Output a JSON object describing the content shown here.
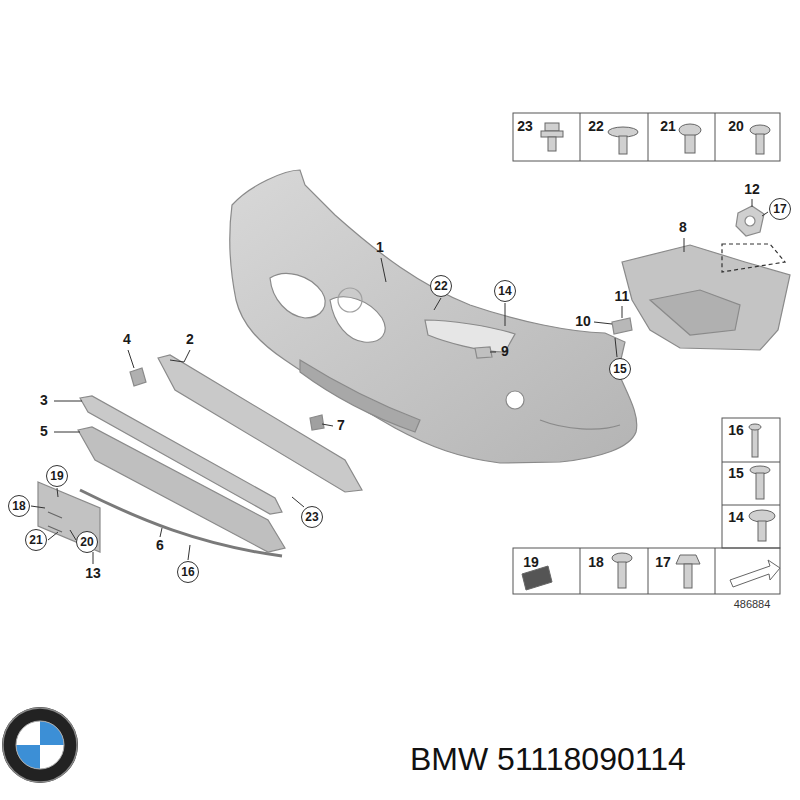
{
  "diagram": {
    "nodes": [
      {
        "text": [
          "22"
        ]
      },
      {
        "text": [
          "14"
        ]
      },
      {
        "text": [
          "15"
        ]
      },
      {
        "text": [
          "17"
        ]
      },
      {
        "text": [
          "19"
        ]
      },
      {
        "text": [
          "18"
        ]
      },
      {
        "text": [
          "21"
        ]
      },
      {
        "text": [
          "20"
        ]
      },
      {
        "text": [
          "16"
        ]
      },
      {
        "text": [
          "23"
        ]
      }
    ],
    "labels": [
      "1",
      "4",
      "2",
      "3",
      "5",
      "7",
      "9",
      "10",
      "11",
      "8",
      "12",
      "13",
      "6",
      "23",
      "22",
      "21",
      "20",
      "16",
      "15",
      "14",
      "19",
      "18",
      "17",
      "486884",
      "BMW 51118090114"
    ]
  }
}
